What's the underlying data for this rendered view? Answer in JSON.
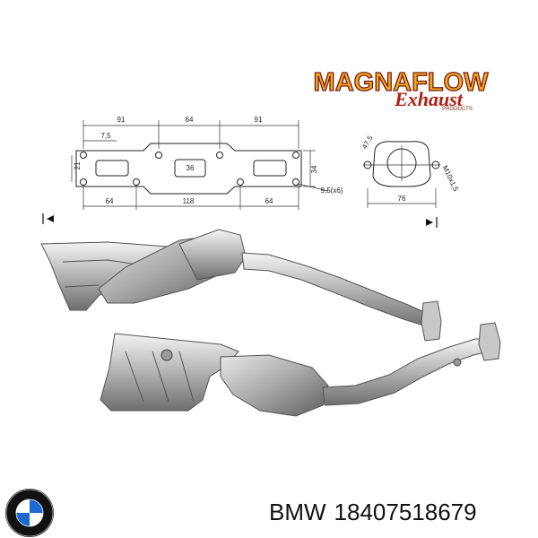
{
  "logo": {
    "brand_line1": "MAGNAFLOW",
    "brand_line2": "Exhaust",
    "brand_line3": "PRODUCTS",
    "colors": {
      "primary": "#f2a81d",
      "outline": "#7a1b12",
      "script": "#b01e14"
    }
  },
  "flange_diagram": {
    "dims_top": [
      "91",
      "64",
      "91"
    ],
    "dim_offset": "7,5",
    "dim_height_left": "21",
    "dim_center": "36",
    "dim_height_right": "34",
    "dims_bottom": [
      "64",
      "118",
      "64"
    ],
    "dim_holes": "9,5(x6)"
  },
  "round_flange": {
    "dim_diameter": "47,5",
    "dim_width": "76",
    "dim_thread": "M10x1,5"
  },
  "caption": {
    "make": "BMW",
    "part_number": "18407518679"
  },
  "bmw_logo": {
    "icon": "bmw-roundel-icon",
    "colors": {
      "blue": "#1c69d4",
      "ring": "#111111",
      "white": "#ffffff"
    }
  }
}
